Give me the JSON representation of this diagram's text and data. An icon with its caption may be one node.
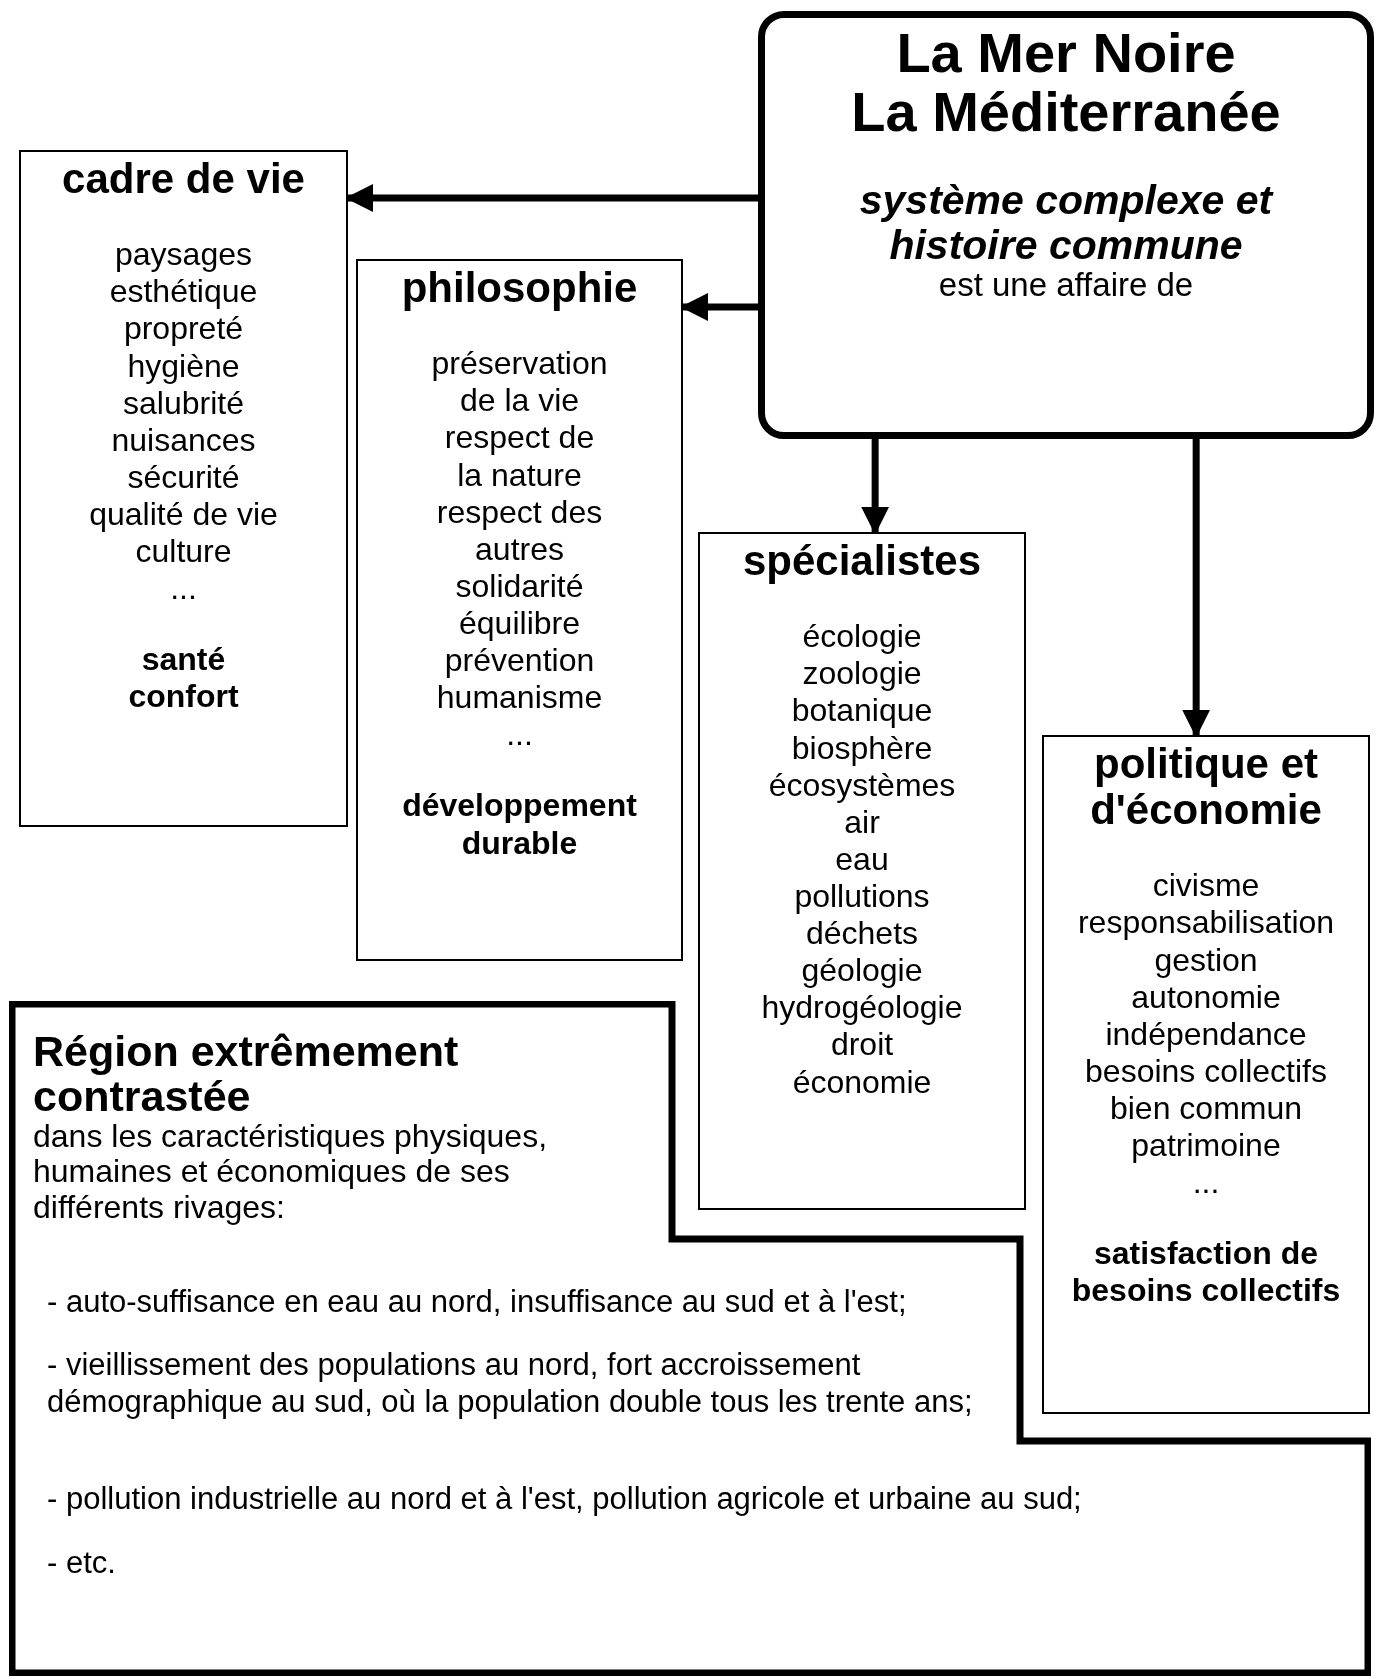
{
  "diagram": {
    "nodes": [
      {
        "text": [
          "La Mer Noire",
          "La Méditerranée",
          "système complexe et histoire commune",
          "est une affaire de"
        ]
      },
      {
        "text": [
          "cadre de vie",
          "paysages",
          "esthétique",
          "propreté",
          "hygiène",
          "salubrité",
          "nuisances",
          "sécurité",
          "qualité de vie",
          "culture",
          "...",
          "santé",
          "confort"
        ]
      },
      {
        "text": [
          "philosophie",
          "préservation de la vie",
          "respect de la nature",
          "respect des autres",
          "solidarité",
          "équilibre",
          "prévention",
          "humanisme",
          "...",
          "développement durable"
        ]
      },
      {
        "text": [
          "spécialistes",
          "écologie",
          "zoologie",
          "botanique",
          "biosphère",
          "écosystèmes",
          "air",
          "eau",
          "pollutions",
          "déchets",
          "géologie",
          "hydrogéologie",
          "droit",
          "économie"
        ]
      },
      {
        "text": [
          "**politique et** d'**économie**",
          "civisme",
          "responsabilisation",
          "gestion",
          "autonomie",
          "indépendance",
          "besoins collectifs",
          "bien commun",
          "patrimoine",
          "...",
          "satisfaction de besoins collectifs"
        ]
      },
      {
        "text": [
          "Région extrêmement contrastée",
          "dans les caractéristiques physiques, humaines et économiques de ses différents rivages:",
          "- auto-suffisance en eau au nord, insuffisance au sud et à l'est;",
          "- vieillissement des populations au nord, fort accroissement démographique au sud, où la population double tous les trente ans;",
          "- pollution industrielle au nord et à l'est, pollution agricole et urbaine au sud;",
          "- etc."
        ]
      }
    ],
    "edges": [
      {
        "from": 0,
        "to": 1,
        "arrow": "to"
      },
      {
        "from": 0,
        "to": 2,
        "arrow": "to"
      },
      {
        "from": 0,
        "to": 3,
        "arrow": "to"
      },
      {
        "from": 0,
        "to": 4,
        "arrow": "to"
      }
    ]
  }
}
